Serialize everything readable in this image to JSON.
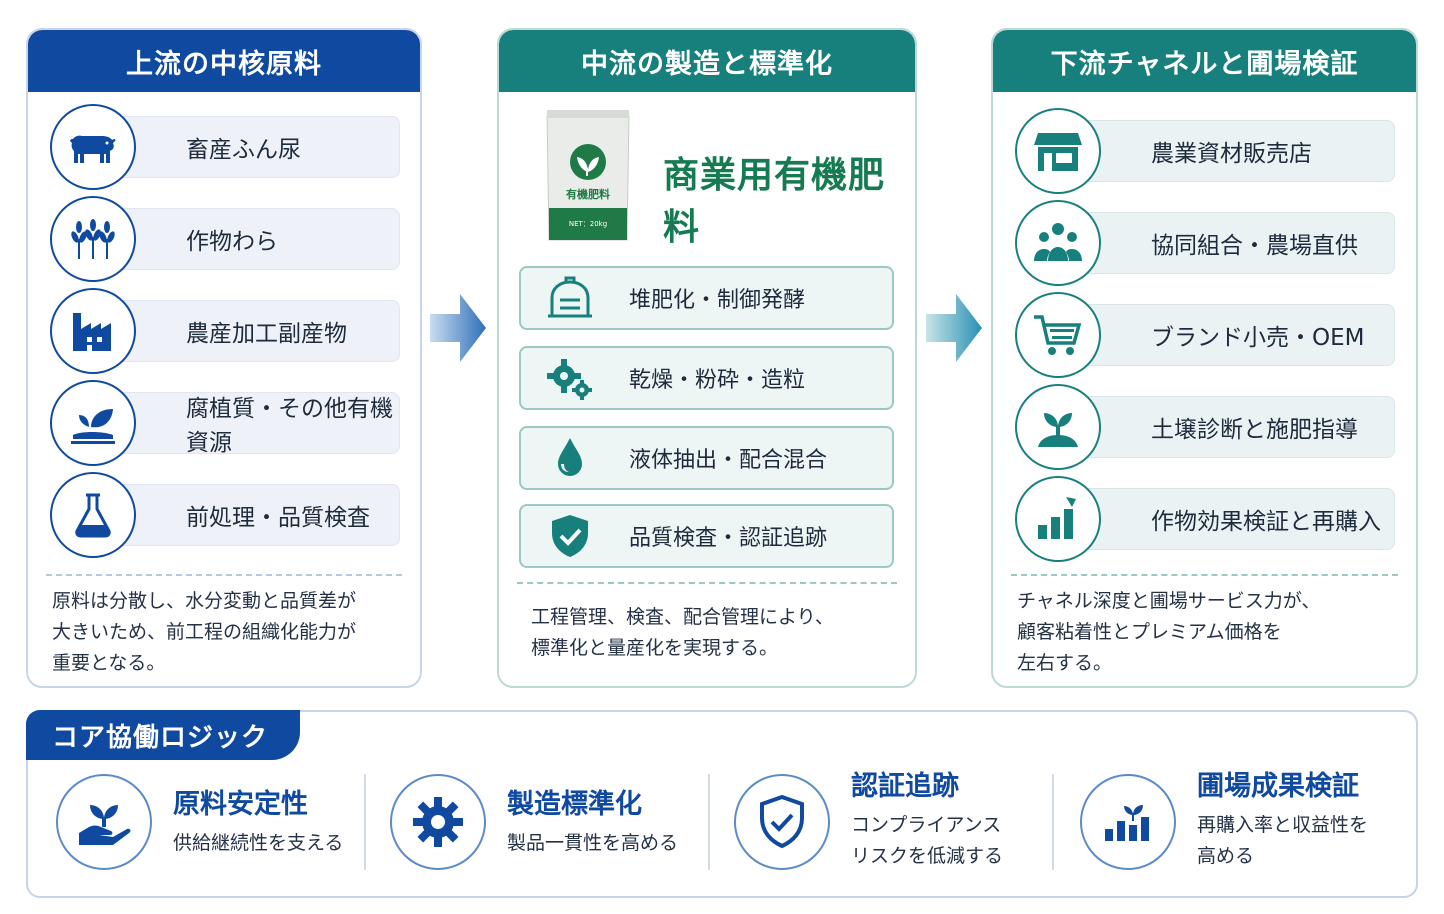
{
  "upstream": {
    "title": "上流の中核原料",
    "items": [
      {
        "label": "畜産ふん尿",
        "icon": "cow-icon"
      },
      {
        "label": "作物わら",
        "icon": "wheat-icon"
      },
      {
        "label": "農産加工副産物",
        "icon": "factory-icon"
      },
      {
        "label": "腐植質・その他有機資源",
        "icon": "soil-leaf-icon"
      },
      {
        "label": "前処理・品質検査",
        "icon": "flask-icon"
      }
    ],
    "note": [
      "原料は分散し、水分変動と品質差が",
      "大きいため、前工程の組織化能力が",
      "重要となる。"
    ]
  },
  "midstream": {
    "title": "中流の製造と標準化",
    "product_title": "商業用有機肥料",
    "bag_label": "有機肥料",
    "bag_net": "NET：20kg",
    "steps": [
      {
        "label": "堆肥化・制御発酵",
        "icon": "fermentation-tank-icon"
      },
      {
        "label": "乾燥・粉砕・造粒",
        "icon": "gears-icon"
      },
      {
        "label": "液体抽出・配合混合",
        "icon": "droplet-icon"
      },
      {
        "label": "品質検査・認証追跡",
        "icon": "shield-check-icon"
      }
    ],
    "note": [
      "工程管理、検査、配合管理により、",
      "標準化と量産化を実現する。"
    ]
  },
  "downstream": {
    "title": "下流チャネルと圃場検証",
    "items": [
      {
        "label": "農業資材販売店",
        "icon": "store-icon"
      },
      {
        "label": "協同組合・農場直供",
        "icon": "group-icon"
      },
      {
        "label": "ブランド小売・OEM",
        "icon": "cart-icon"
      },
      {
        "label": "土壌診断と施肥指導",
        "icon": "sprout-icon"
      },
      {
        "label": "作物効果検証と再購入",
        "icon": "bar-chart-icon"
      }
    ],
    "note": [
      "チャネル深度と圃場サービス力が、",
      "顧客粘着性とプレミアム価格を",
      "左右する。"
    ]
  },
  "core": {
    "title": "コア協働ロジック",
    "items": [
      {
        "title": "原料安定性",
        "desc": [
          "供給継続性を支える"
        ],
        "icon": "hand-sprout-icon"
      },
      {
        "title": "製造標準化",
        "desc": [
          "製品一貫性を高める"
        ],
        "icon": "gear-icon"
      },
      {
        "title": "認証追跡",
        "desc": [
          "コンプライアンス",
          "リスクを低減する"
        ],
        "icon": "shield-check-icon"
      },
      {
        "title": "圃場成果検証",
        "desc": [
          "再購入率と収益性を",
          "高める"
        ],
        "icon": "growth-chart-icon"
      }
    ]
  },
  "colors": {
    "blue": "#0f4aa0",
    "teal": "#17807c",
    "green": "#167a52"
  }
}
